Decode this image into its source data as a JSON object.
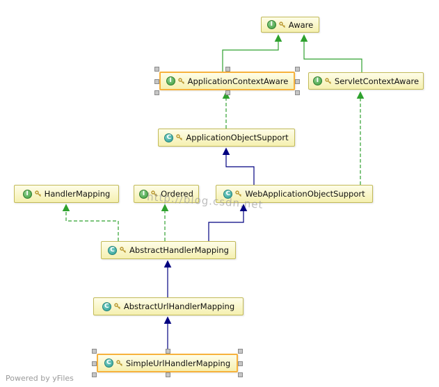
{
  "diagram": {
    "watermark": "http://blog.csdn.net",
    "footer": "Powered by yFiles",
    "icon_letters": {
      "interface": "I",
      "class": "C"
    },
    "nodes": [
      {
        "id": "aware",
        "label": "Aware",
        "kind": "interface",
        "selected": false
      },
      {
        "id": "application-context-aware",
        "label": "ApplicationContextAware",
        "kind": "interface",
        "selected": true
      },
      {
        "id": "servlet-context-aware",
        "label": "ServletContextAware",
        "kind": "interface",
        "selected": false
      },
      {
        "id": "application-object-support",
        "label": "ApplicationObjectSupport",
        "kind": "class",
        "selected": false
      },
      {
        "id": "handler-mapping",
        "label": "HandlerMapping",
        "kind": "interface",
        "selected": false
      },
      {
        "id": "ordered",
        "label": "Ordered",
        "kind": "interface",
        "selected": false
      },
      {
        "id": "web-application-object-support",
        "label": "WebApplicationObjectSupport",
        "kind": "class",
        "selected": false
      },
      {
        "id": "abstract-handler-mapping",
        "label": "AbstractHandlerMapping",
        "kind": "class",
        "selected": false
      },
      {
        "id": "abstract-url-handler-mapping",
        "label": "AbstractUrlHandlerMapping",
        "kind": "class",
        "selected": false
      },
      {
        "id": "simple-url-handler-mapping",
        "label": "SimpleUrlHandlerMapping",
        "kind": "class",
        "selected": true
      }
    ],
    "edges": [
      {
        "from": "ApplicationContextAware",
        "to": "Aware",
        "relation": "extends"
      },
      {
        "from": "ServletContextAware",
        "to": "Aware",
        "relation": "extends"
      },
      {
        "from": "ApplicationObjectSupport",
        "to": "ApplicationContextAware",
        "relation": "implements"
      },
      {
        "from": "WebApplicationObjectSupport",
        "to": "ServletContextAware",
        "relation": "implements"
      },
      {
        "from": "WebApplicationObjectSupport",
        "to": "ApplicationObjectSupport",
        "relation": "extends"
      },
      {
        "from": "AbstractHandlerMapping",
        "to": "HandlerMapping",
        "relation": "implements"
      },
      {
        "from": "AbstractHandlerMapping",
        "to": "Ordered",
        "relation": "implements"
      },
      {
        "from": "AbstractHandlerMapping",
        "to": "WebApplicationObjectSupport",
        "relation": "extends"
      },
      {
        "from": "AbstractUrlHandlerMapping",
        "to": "AbstractHandlerMapping",
        "relation": "extends"
      },
      {
        "from": "SimpleUrlHandlerMapping",
        "to": "AbstractUrlHandlerMapping",
        "relation": "extends"
      }
    ],
    "colors": {
      "interface_edge": "#2EA12E",
      "class_edge": "#000080",
      "node_bg": "#FBF8CD",
      "node_border": "#C2BA58",
      "selected_border": "#F7B23C"
    }
  }
}
